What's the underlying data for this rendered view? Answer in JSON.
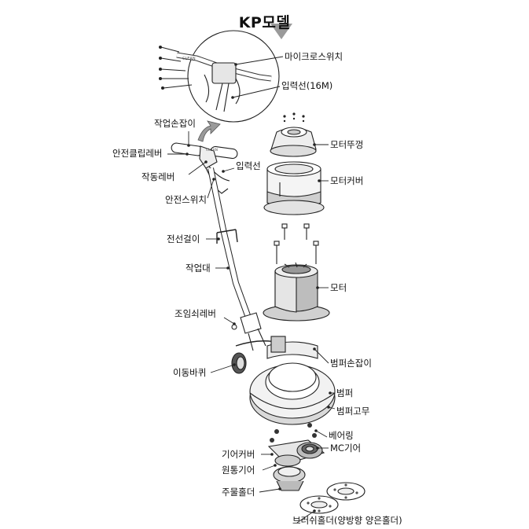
{
  "title": "KP모델",
  "labels": {
    "micro_switch": "마이크로스위치",
    "input_line_top": "입력선(16M)",
    "work_handle": "작업손잡이",
    "safety_clip_lever": "안전클립레버",
    "operation_lever": "작동레버",
    "input_line": "입력선",
    "safety_switch": "안전스위치",
    "cable_hook": "전선걸이",
    "work_pole": "작업대",
    "tension_lever": "조임쇠레버",
    "moving_wheel": "이동바퀴",
    "motor_cover_lid": "모터뚜껑",
    "motor_cover": "모터커버",
    "motor": "모터",
    "bumper_handle": "범퍼손잡이",
    "bumper": "범퍼",
    "bumper_rubber": "범퍼고무",
    "bearing": "베어링",
    "mc_gear": "MC기어",
    "gear_cover": "기어커버",
    "cylinder_gear": "원통기어",
    "casting_holder": "주물홀더",
    "brush_holder": "브러쉬홀더(양방향 양은홀더)"
  },
  "colors": {
    "line": "#222222",
    "light_fill": "#f2f2f2",
    "mid_fill": "#d9d9d9",
    "dark_fill": "#a8a8a8",
    "title_triangle": "#9a9a9a"
  }
}
